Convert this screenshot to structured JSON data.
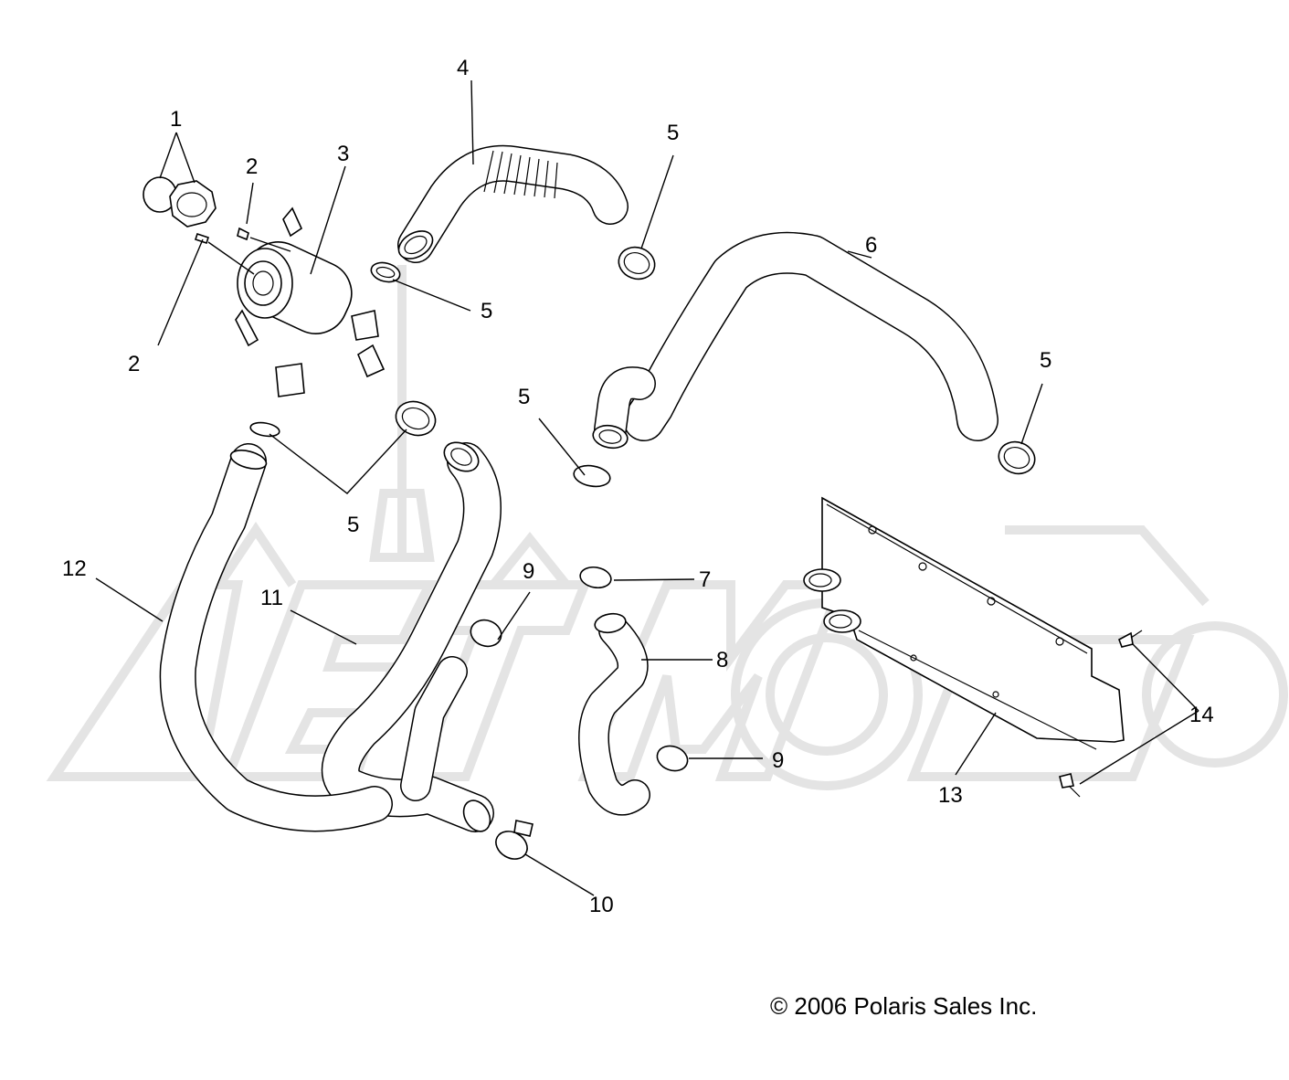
{
  "callouts": [
    "1",
    "2",
    "2",
    "3",
    "4",
    "5",
    "5",
    "5",
    "5",
    "5",
    "5",
    "6",
    "7",
    "8",
    "9",
    "9",
    "10",
    "11",
    "12",
    "13",
    "14"
  ],
  "copyright": "© 2006 Polaris Sales Inc.",
  "colors": {
    "line": "#000000",
    "background": "#ffffff",
    "watermark": "#e4e4e4"
  }
}
